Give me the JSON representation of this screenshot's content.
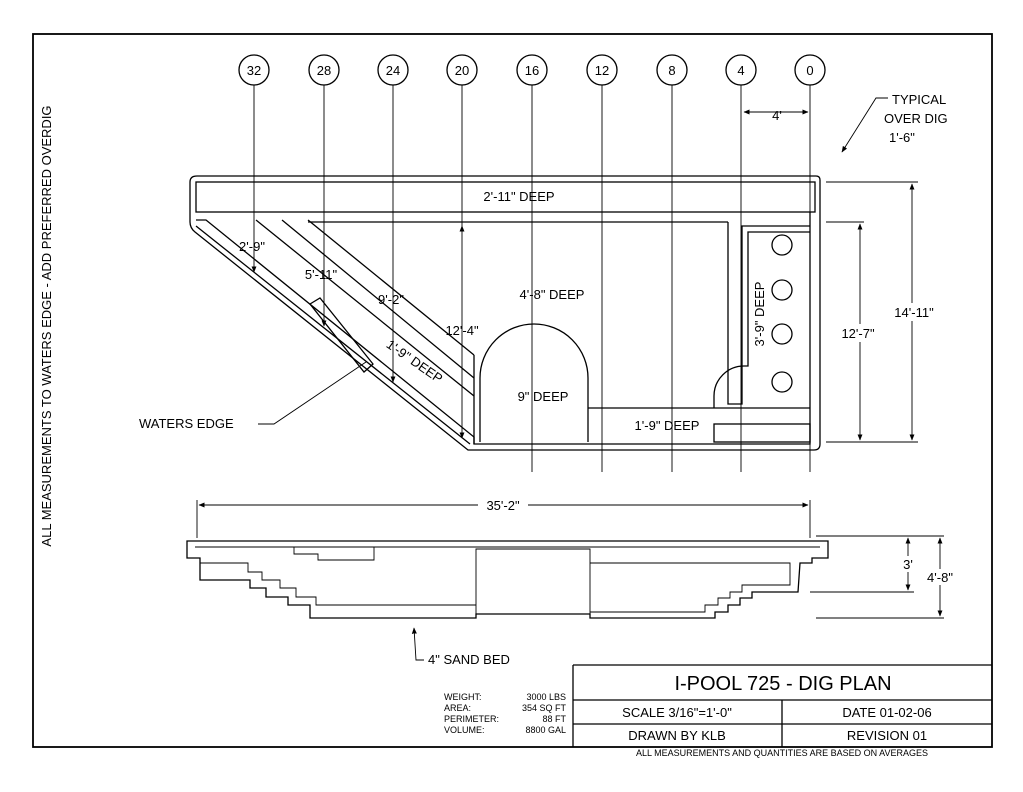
{
  "sheet": {
    "side_note": "ALL MEASUREMENTS TO WATERS EDGE - ADD PREFERRED OVERDIG",
    "footer_note": "ALL MEASUREMENTS AND QUANTITIES ARE BASED ON AVERAGES"
  },
  "stations": [
    "32",
    "28",
    "24",
    "20",
    "16",
    "12",
    "8",
    "4",
    "0"
  ],
  "plan": {
    "station_spacing": "4'",
    "overdig_note_line1": "TYPICAL",
    "overdig_note_line2": "OVER DIG",
    "overdig_note_line3": "1'-6\"",
    "top_bench_depth": "2'-11\" DEEP",
    "main_depth": "4'-8\" DEEP",
    "sun_shelf_depth": "9\" DEEP",
    "bench_right_depth": "1'-9\" DEEP",
    "step_depth": "3'-9\" DEEP",
    "diag_bench_depth": "1'-9\" DEEP",
    "dim_2_9": "2'-9\"",
    "dim_5_11": "5'-11\"",
    "dim_9_2": "9'-2\"",
    "dim_12_4": "12'-4\"",
    "dim_12_7": "12'-7\"",
    "dim_14_11": "14'-11\"",
    "waters_edge": "WATERS EDGE"
  },
  "section": {
    "length": "35'-2\"",
    "depth_shallow": "3'",
    "depth_deep": "4'-8\"",
    "sand_bed": "4\" SAND BED"
  },
  "specs": [
    {
      "label": "WEIGHT:",
      "value": "3000 LBS"
    },
    {
      "label": "AREA:",
      "value": "354 SQ FT"
    },
    {
      "label": "PERIMETER:",
      "value": "88 FT"
    },
    {
      "label": "VOLUME:",
      "value": "8800 GAL"
    }
  ],
  "title_block": {
    "title": "I-POOL 725 - DIG PLAN",
    "scale": "SCALE 3/16\"=1'-0\"",
    "date": "DATE 01-02-06",
    "drawn_by": "DRAWN BY KLB",
    "revision": "REVISION 01"
  }
}
